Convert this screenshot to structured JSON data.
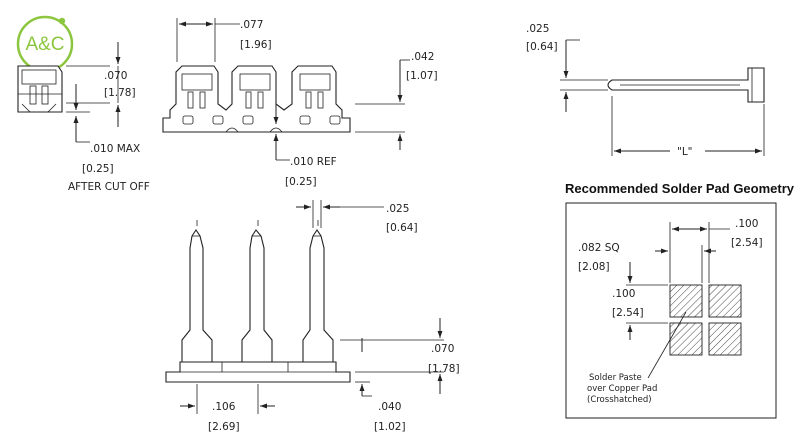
{
  "logo": {
    "text": "A&C",
    "color": "#8cc63f"
  },
  "dims": {
    "pitch_in": ".077",
    "pitch_mm": "[1.96]",
    "height_in": ".070",
    "height_mm": "[1.78]",
    "left_gap_in": ".010 MAX",
    "left_gap_mm": "[0.25]",
    "left_gap_note": "AFTER CUT OFF",
    "ref_in": ".010  REF",
    "ref_mm": "[0.25]",
    "strip_in": ".042",
    "strip_mm": "[1.07]",
    "thick_in": ".025",
    "thick_mm": "[0.64]",
    "length_label": "\"L\"",
    "pin_w_in": ".025",
    "pin_w_mm": "[0.64]",
    "base_h_in": ".070",
    "base_h_mm": "[1.78]",
    "pin_pitch_in": ".106",
    "pin_pitch_mm": "[2.69]",
    "base_t_in": ".040",
    "base_t_mm": "[1.02]"
  },
  "pad": {
    "title": "Recommended Solder Pad Geometry",
    "pitch_in": ".100",
    "pitch_mm": "[2.54]",
    "size_in": ".082 SQ",
    "size_mm": "[2.08]",
    "vpitch_in": ".100",
    "vpitch_mm": "[2.54]",
    "note_line1": "Solder Paste",
    "note_line2": "over Copper Pad",
    "note_line3": "(Crosshatched)"
  }
}
